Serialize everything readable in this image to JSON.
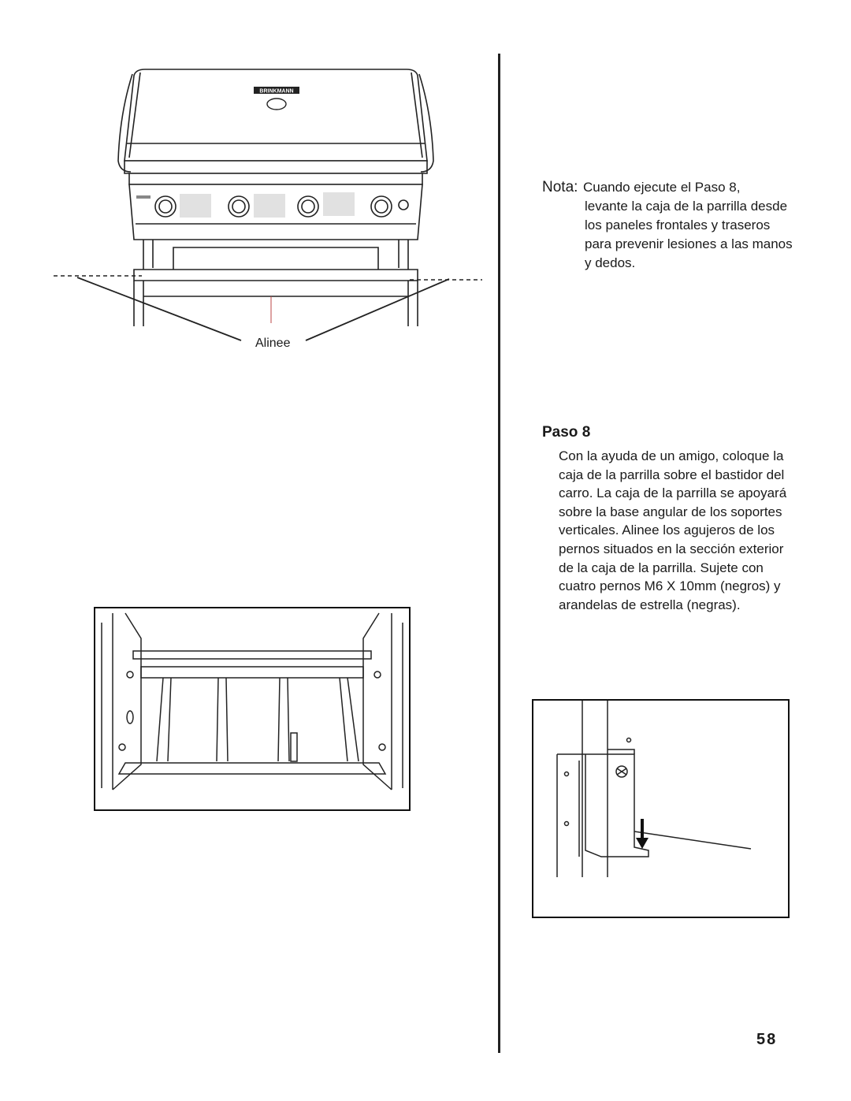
{
  "figure_top": {
    "brand_plate": "BRINKMANN",
    "callout_label": "Alinee"
  },
  "note": {
    "label": "Nota:",
    "text_first_line": "Cuando ejecute el Paso 8,",
    "text_rest": "levante la caja de la parrilla desde los paneles frontales y traseros para prevenir lesiones a las manos y dedos."
  },
  "step": {
    "title": "Paso 8",
    "body": "Con la ayuda de un amigo, coloque la caja de la parrilla sobre el bastidor del carro. La caja de la parrilla se apoyará sobre la base angular de los soportes verticales. Alinee los agujeros de los pernos situados en la sección exterior de la caja de la parrilla. Sujete con cuatro pernos M6 X 10mm (negros) y arandelas de estrella (negras)."
  },
  "page_number": "58"
}
